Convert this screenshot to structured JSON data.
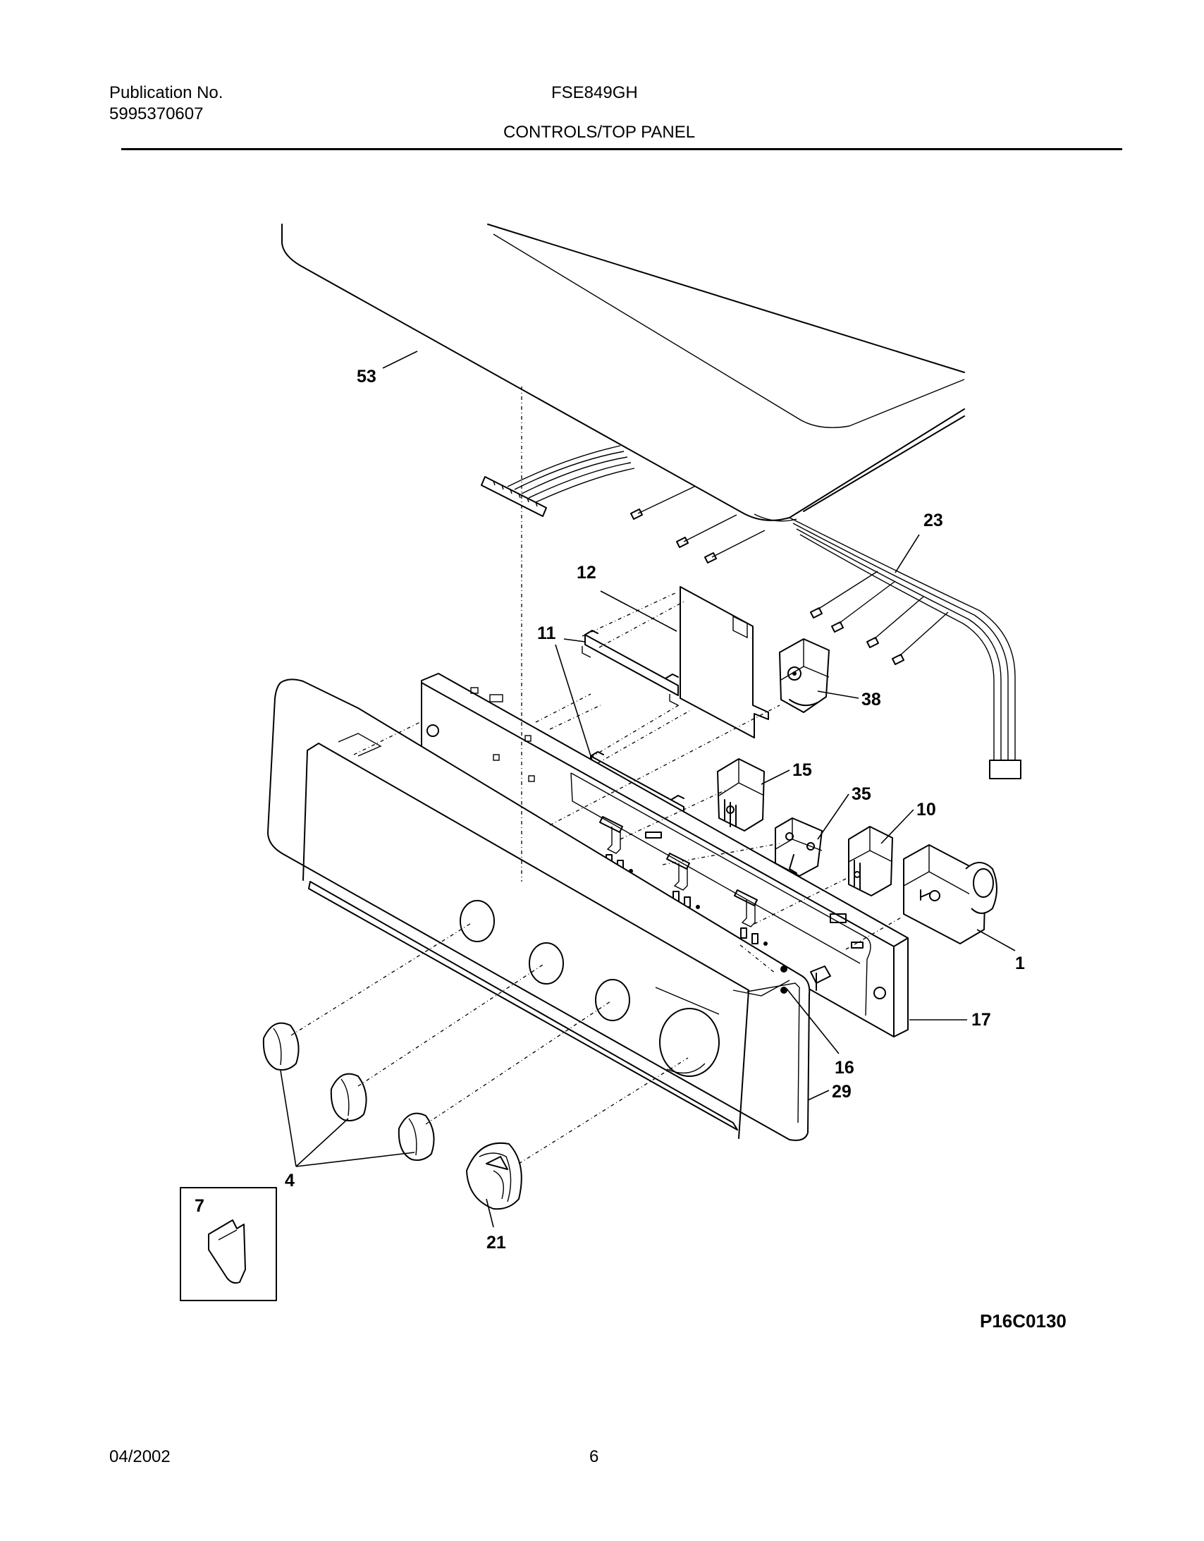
{
  "header": {
    "publication_label": "Publication No.",
    "publication_number": "5995370607",
    "model": "FSE849GH",
    "section_title": "CONTROLS/TOP PANEL"
  },
  "diagram": {
    "figure_id": "P16C0130",
    "callouts": {
      "c53": "53",
      "c23": "23",
      "c12": "12",
      "c11": "11",
      "c38": "38",
      "c15": "15",
      "c35": "35",
      "c10": "10",
      "c1": "1",
      "c17": "17",
      "c16": "16",
      "c29": "29",
      "c4": "4",
      "c21": "21",
      "c7": "7"
    }
  },
  "footer": {
    "date": "04/2002",
    "page": "6"
  }
}
